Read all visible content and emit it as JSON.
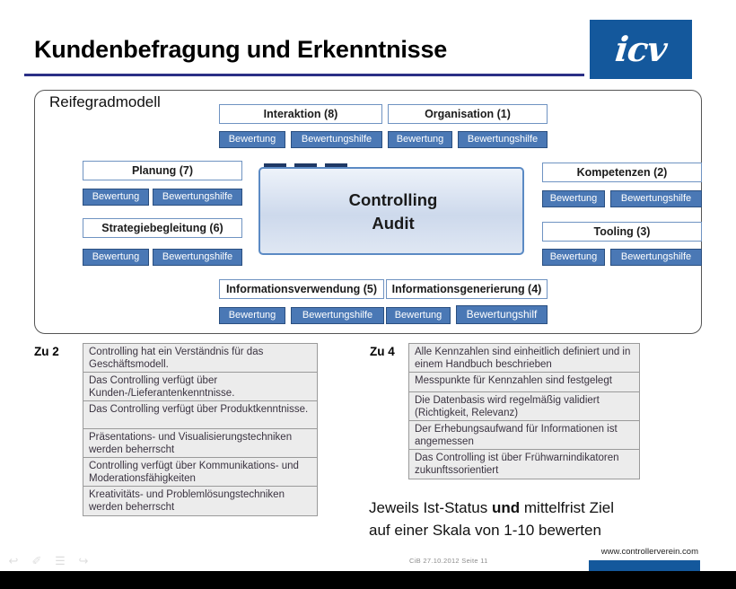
{
  "header": {
    "title": "Kundenbefragung und Erkenntnisse",
    "logo_text": "icv",
    "accent_color": "#2b2f86",
    "logo_bg": "#14589c"
  },
  "model": {
    "caption": "Reifegradmodell",
    "center_box": {
      "line1": "Controlling",
      "line2": "Audit"
    },
    "button_labels": {
      "bewertung": "Bewertung",
      "bewertungshilfe": "Bewertungshilfe",
      "bewertungshilfe_truncated": "Bewertungshilf"
    },
    "topics": [
      {
        "label": "Interaktion (8)"
      },
      {
        "label": "Organisation (1)"
      },
      {
        "label": "Planung (7)"
      },
      {
        "label": "Kompetenzen (2)"
      },
      {
        "label": "Strategiebegleitung (6)"
      },
      {
        "label": "Tooling (3)"
      },
      {
        "label": "Informationsverwendung (5)"
      },
      {
        "label": "Informationsgenerierung (4)"
      }
    ],
    "box_colors": {
      "button_fill": "#4a78b5",
      "button_border": "#2a4f80",
      "topic_border": "#6f93c2",
      "tab_fill": "#1f3864"
    }
  },
  "details": {
    "zu2": {
      "label": "Zu 2",
      "rows": [
        "Controlling hat ein Verständnis für das Geschäftsmodell.",
        "Das Controlling verfügt über Kunden-/Lieferantenkenntnisse.",
        "Das Controlling verfügt über Produktkenntnisse.",
        "Präsentations- und Visualisierungstechniken werden beherrscht",
        "Controlling verfügt über Kommunikations- und Moderationsfähigkeiten",
        "Kreativitäts- und Problemlösungstechniken werden beherrscht"
      ]
    },
    "zu4": {
      "label": "Zu 4",
      "rows": [
        "Alle Kennzahlen sind einheitlich definiert und in einem Handbuch beschrieben",
        "Messpunkte für Kennzahlen sind festgelegt",
        "Die Datenbasis wird regelmäßig validiert (Richtigkeit, Relevanz)",
        "Der Erhebungsaufwand für Informationen ist angemessen",
        "Das Controlling ist über Frühwarnindikatoren zukunftssorientiert"
      ]
    }
  },
  "closing_note": {
    "line1_before": "Jeweils Ist-Status ",
    "line1_bold": "und",
    "line1_after": " mittelfrist Ziel",
    "line2": "auf einer Skala von 1-10 bewerten"
  },
  "footer": {
    "url": "www.controllerverein.com",
    "meta": "CiB 27.10.2012 Seite 11"
  },
  "nav_icons": {
    "prev": "↩",
    "pen": "✐",
    "menu": "☰",
    "next": "↪"
  }
}
